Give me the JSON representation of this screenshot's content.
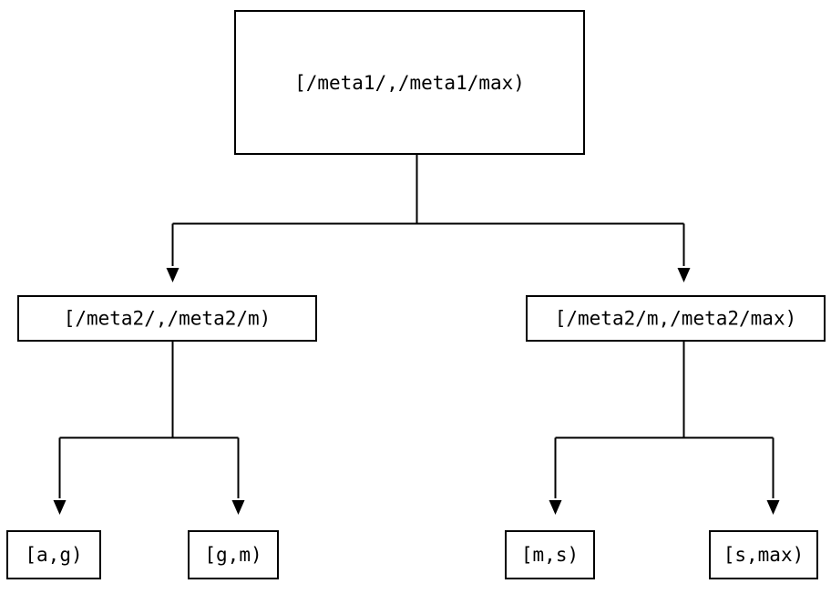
{
  "diagram": {
    "type": "binary-range-partition-tree",
    "background_color": "#ffffff",
    "stroke_color": "#000000",
    "text_color": "#000000",
    "levels": 3,
    "nodes": {
      "root": {
        "label": "[/meta1/,/meta1/max)"
      },
      "mid_left": {
        "label": "[/meta2/,/meta2/m)"
      },
      "mid_right": {
        "label": "[/meta2/m,/meta2/max)"
      },
      "leaf_1": {
        "label": "[a,g)"
      },
      "leaf_2": {
        "label": "[g,m)"
      },
      "leaf_3": {
        "label": "[m,s)"
      },
      "leaf_4": {
        "label": "[s,max)"
      }
    }
  }
}
